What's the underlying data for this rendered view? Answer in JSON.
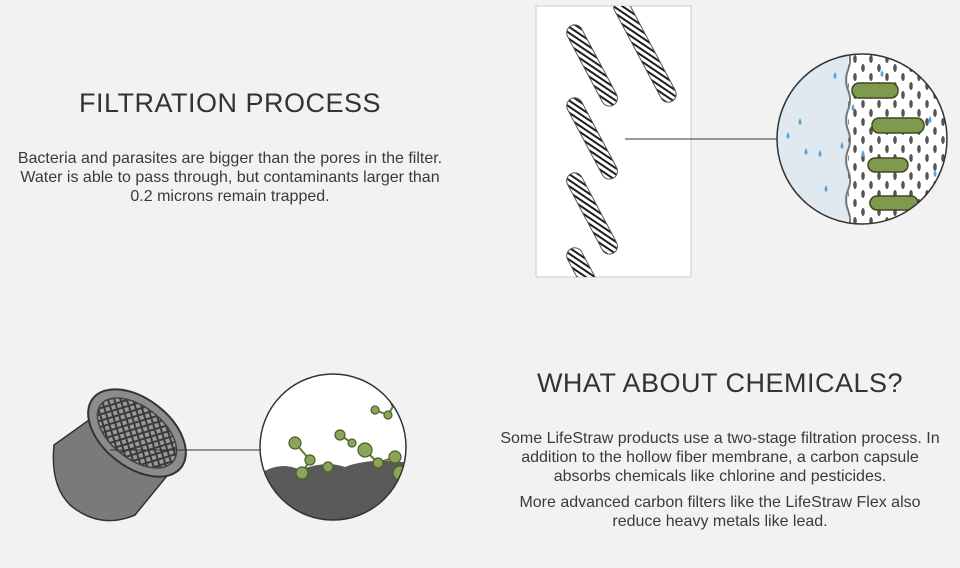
{
  "filtration": {
    "title": "FILTRATION PROCESS",
    "text": "Bacteria and parasites are bigger than the pores in the filter. Water is able to pass through, but contaminants larger than 0.2 microns remain trapped."
  },
  "chemicals": {
    "title": "WHAT ABOUT CHEMICALS?",
    "paragraph1": "Some LifeStraw products use a two-stage filtration process. In addition to the hollow fiber membrane, a carbon capsule absorbs chemicals like chlorine and pesticides.",
    "paragraph2": "More advanced carbon filters like the LifeStraw Flex also reduce heavy metals like lead."
  },
  "colors": {
    "background": "#f2f2f2",
    "text": "#3a3a3a",
    "bacteria_green": "#7f9a4e",
    "water_blue": "#5aa3d6",
    "carbon_gray": "#5a5a5a"
  }
}
